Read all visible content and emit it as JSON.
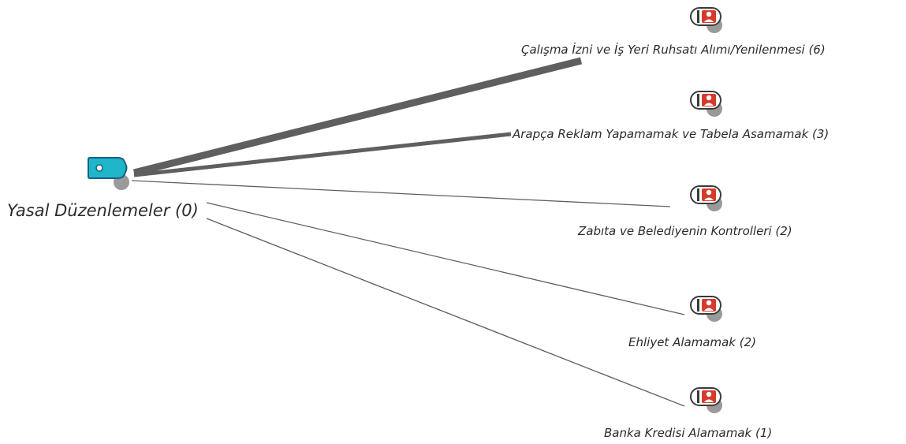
{
  "root": {
    "label": "Yasal Düzenlemeler (0)",
    "icon": "code-group-icon",
    "icon_color": "#1fb6c9"
  },
  "children": [
    {
      "label": "Çalışma İzni ve İş Yeri Ruhsatı Alımı/Yenilenmesi (6)",
      "weight": 6,
      "icon": "document-person-icon"
    },
    {
      "label": "Arapça Reklam Yapamamak ve Tabela Asamamak (3)",
      "weight": 3,
      "icon": "document-person-icon"
    },
    {
      "label": "Zabıta ve Belediyenin Kontrolleri (2)",
      "weight": 2,
      "icon": "document-person-icon"
    },
    {
      "label": "Ehliyet Alamamak (2)",
      "weight": 2,
      "icon": "document-person-icon"
    },
    {
      "label": "Banka Kredisi Alamamak (1)",
      "weight": 1,
      "icon": "document-person-icon"
    }
  ],
  "colors": {
    "edge": "#5f5f5f",
    "child_icon_accent": "#d63a2a",
    "icon_shadow": "#9a9a9a"
  }
}
